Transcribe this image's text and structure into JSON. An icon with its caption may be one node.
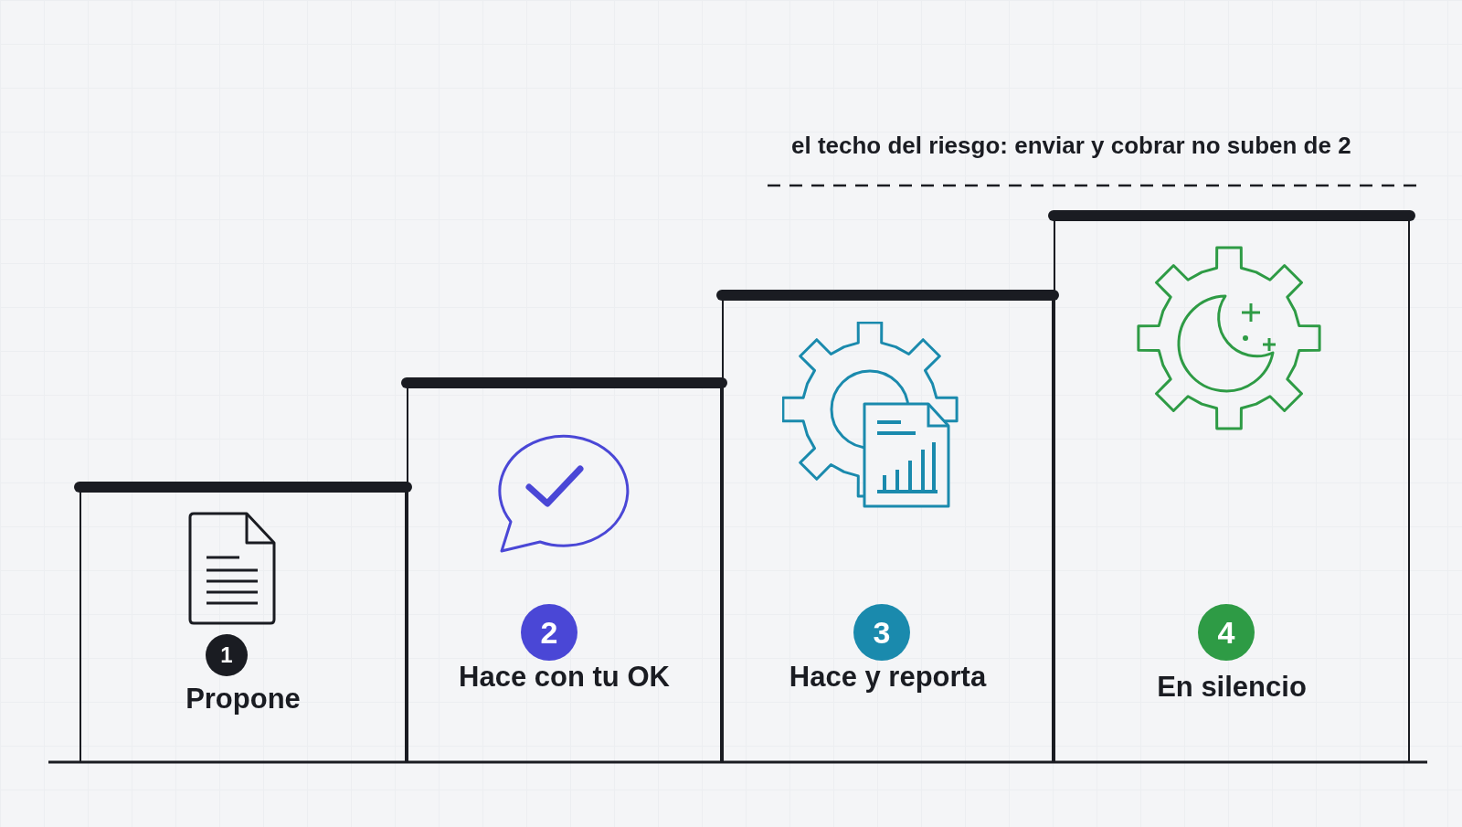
{
  "diagram": {
    "nodes": [
      {
        "text": [
          "1",
          "Propone"
        ]
      },
      {
        "text": [
          "2",
          "Hace con tu OK"
        ]
      },
      {
        "text": [
          "3",
          "Hace y reporta"
        ]
      },
      {
        "text": [
          "4",
          "En silencio"
        ]
      }
    ],
    "edges": [],
    "labels": [
      "el techo del riesgo: enviar y cobrar no suben de 2"
    ]
  }
}
